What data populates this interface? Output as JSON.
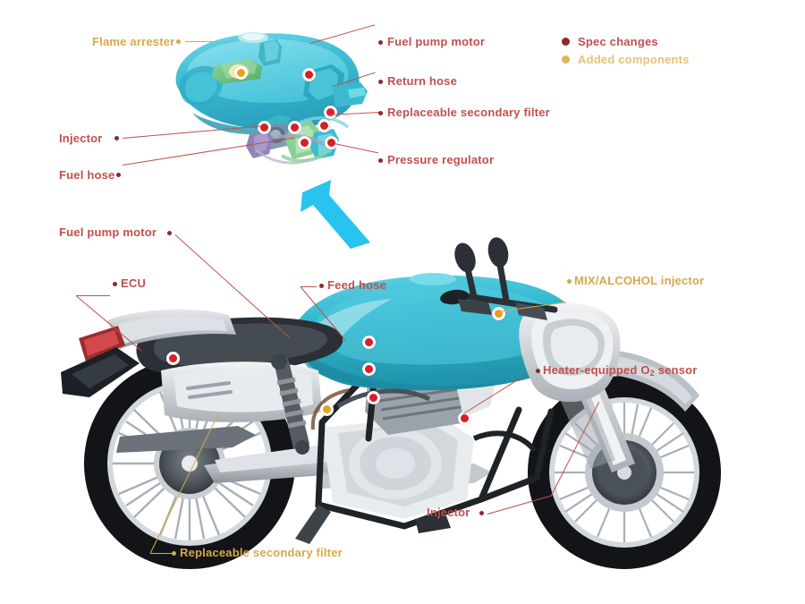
{
  "figure": {
    "title": "Motorcycle flex-fuel injection system component diagram",
    "background": "#ffffff"
  },
  "colors": {
    "spec_change_marker": "#d91f26",
    "added_component_marker": "#e8a020",
    "spec_change_label": "#c0504d",
    "added_component_label": "#d8a849",
    "tank_body": "#3fc0d8",
    "arrow": "#29c3ef",
    "leader_line_red": "#c0504d",
    "leader_line_tan": "#d8a849"
  },
  "legend": {
    "items": [
      {
        "label": "Spec changes",
        "dot_color": "#8c2a2a",
        "text_color": "#c0504d"
      },
      {
        "label": "Added components",
        "dot_color": "#e0b457",
        "text_color": "#e6c07a"
      }
    ]
  },
  "top_assembly": {
    "name": "fuel-tank-pump-assembly",
    "labels": [
      {
        "text": "Flame arrester",
        "type": "added",
        "side": "left"
      },
      {
        "text": "Fuel pump motor",
        "type": "spec",
        "side": "right"
      },
      {
        "text": "Return hose",
        "type": "spec",
        "side": "right"
      },
      {
        "text": "Replaceable secondary filter",
        "type": "spec",
        "side": "right"
      },
      {
        "text": "Pressure regulator",
        "type": "spec",
        "side": "right"
      },
      {
        "text": "Injector",
        "type": "spec",
        "side": "left"
      },
      {
        "text": "Fuel hose",
        "type": "spec",
        "side": "left"
      }
    ]
  },
  "motorcycle": {
    "name": "motorcycle-side-view",
    "labels": [
      {
        "text": "Fuel pump motor",
        "type": "spec",
        "side": "left"
      },
      {
        "text": "ECU",
        "type": "spec",
        "side": "left"
      },
      {
        "text": "Feed hose",
        "type": "spec",
        "side": "left"
      },
      {
        "text": "MIX/ALCOHOL injector",
        "type": "added",
        "side": "right"
      },
      {
        "text": "Heater-equipped O",
        "subscript": "2",
        "text_tail": " sensor",
        "type": "spec",
        "side": "right"
      },
      {
        "text": "Injector",
        "type": "spec",
        "side": "right"
      },
      {
        "text": "Replaceable secondary filter",
        "type": "added",
        "side": "bottom"
      }
    ]
  },
  "arrow": {
    "name": "callout-arrow",
    "direction": "up-left",
    "color": "#29c3ef"
  }
}
